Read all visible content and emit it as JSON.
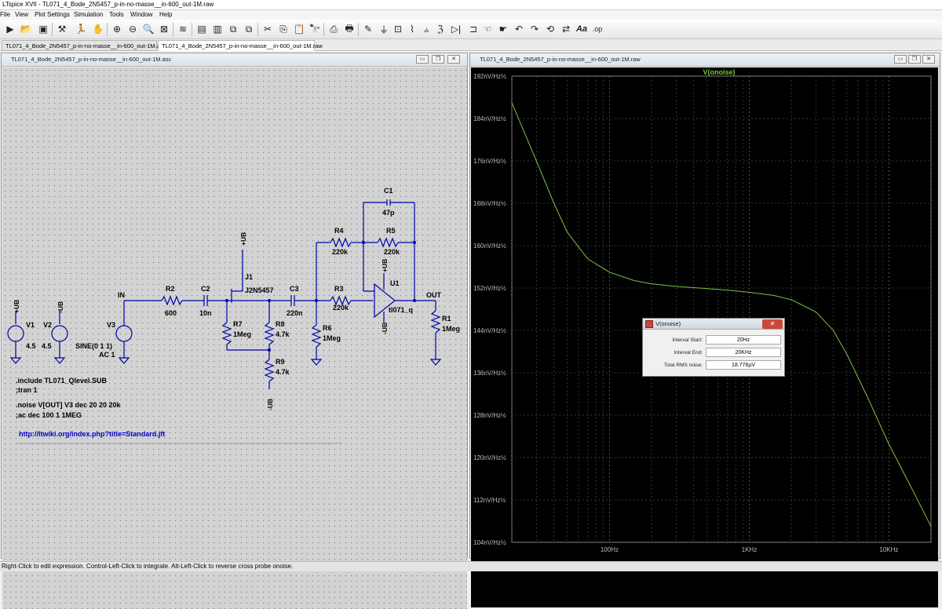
{
  "window": {
    "title": "LTspice XVII - TL071_4_Bode_2N5457_p-in-no-masse__in-600_out-1M.raw"
  },
  "menu": [
    "File",
    "View",
    "Plot Settings",
    "Simulation",
    "Tools",
    "Window",
    "Help"
  ],
  "toolbar": {
    "icons": [
      "run-icon",
      "open-icon",
      "save-icon",
      "control-panel-icon",
      "halt-icon",
      "pan-icon",
      "zoom-in-icon",
      "zoom-out-icon",
      "zoom-area-icon",
      "zoom-fit-icon",
      "autorange-icon",
      "tile-horizontal-icon",
      "tile-vertical-icon",
      "cascade-icon",
      "cut-icon",
      "copy-icon",
      "paste-icon",
      "find-icon",
      "print-icon",
      "print-preview-icon",
      "draw-wire-icon",
      "ground-icon",
      "label-net-icon",
      "resistor-icon",
      "capacitor-icon",
      "inductor-icon",
      "diode-icon",
      "component-icon",
      "move-icon",
      "drag-icon",
      "undo-icon",
      "redo-icon",
      "rotate-icon",
      "mirror-icon",
      "text-icon",
      "spice-directive-icon"
    ],
    "text_label": "Aa",
    "op_label": ".op"
  },
  "tabs": [
    {
      "label": "TL071_4_Bode_2N5457_p-in-no-masse__in-600_out-1M.asc"
    },
    {
      "label": "TL071_4_Bode_2N5457_p-in-no-masse__in-600_out-1M.raw"
    }
  ],
  "schematic": {
    "window_title": "TL071_4_Bode_2N5457_p-in-no-masse__in-600_out-1M.asc",
    "components": {
      "v1": {
        "name": "V1",
        "value": "4.5",
        "supply": "+UB"
      },
      "v2": {
        "name": "V2",
        "value": "4.5",
        "supply": "-UB"
      },
      "v3": {
        "name": "V3",
        "value1": "SINE(0 1 1)",
        "value2": "AC 1"
      },
      "r2": {
        "name": "R2",
        "value": "600"
      },
      "c2": {
        "name": "C2",
        "value": "10n"
      },
      "j1": {
        "name": "J1",
        "value": "J2N5457"
      },
      "r7": {
        "name": "R7",
        "value": "1Meg"
      },
      "r8": {
        "name": "R8",
        "value": "4.7k"
      },
      "r9": {
        "name": "R9",
        "value": "4.7k"
      },
      "c3": {
        "name": "C3",
        "value": "220n"
      },
      "r6": {
        "name": "R6",
        "value": "1Meg"
      },
      "r4": {
        "name": "R4",
        "value": "220k"
      },
      "r5": {
        "name": "R5",
        "value": "220k"
      },
      "c1": {
        "name": "C1",
        "value": "47p"
      },
      "r3": {
        "name": "R3",
        "value": "220k"
      },
      "u1": {
        "name": "U1",
        "value": "tl071_q"
      },
      "r1": {
        "name": "R1",
        "value": "1Meg"
      }
    },
    "nets": {
      "in": "IN",
      "out": "OUT",
      "pos": "+UB",
      "neg": "-UB"
    },
    "directives": [
      ".include TL071_Qlevel.SUB",
      ";tran 1",
      ".noise V[OUT] V3 dec 20 20 20k",
      ";ac dec 100 1 1MEG"
    ],
    "link": "http://ltwiki.org/index.php?title=Standard.jft"
  },
  "waveform": {
    "window_title": "TL071_4_Bode_2N5457_p-in-no-masse__in-600_out-1M.raw",
    "trace_name": "V(onoise)",
    "trace_color": "#7cc242",
    "y_ticks": [
      "192nV/Hz½",
      "184nV/Hz½",
      "176nV/Hz½",
      "168nV/Hz½",
      "160nV/Hz½",
      "152nV/Hz½",
      "144nV/Hz½",
      "136nV/Hz½",
      "128nV/Hz½",
      "120nV/Hz½",
      "112nV/Hz½",
      "104nV/Hz½"
    ],
    "x_ticks": [
      "100Hz",
      "1KHz",
      "10KHz"
    ]
  },
  "chart_data": {
    "type": "line",
    "x_scale": "log",
    "xlim": [
      20,
      20000
    ],
    "ylim": [
      104,
      192
    ],
    "ylabel_unit": "nV/Hz½",
    "grid": true,
    "series": [
      {
        "name": "V(onoise)",
        "x": [
          20,
          30,
          40,
          50,
          70,
          100,
          150,
          200,
          300,
          500,
          700,
          1000,
          1500,
          2000,
          3000,
          4000,
          5000,
          7000,
          10000,
          15000,
          20000
        ],
        "y": [
          187,
          176,
          168,
          162.5,
          157.5,
          155,
          153.4,
          152.8,
          152.3,
          151.9,
          151.6,
          151.2,
          150.6,
          149.8,
          147.5,
          144,
          139.5,
          131.5,
          122.5,
          113.5,
          107
        ]
      }
    ]
  },
  "dialog": {
    "title": "V(onoise)",
    "rows": [
      {
        "label": "Interval Start:",
        "value": "20Hz"
      },
      {
        "label": "Interval End:",
        "value": "20KHz"
      },
      {
        "label": "Total RMS noise:",
        "value": "18.776µV"
      }
    ],
    "close": "✕"
  },
  "status": "Right-Click to edit expression. Control-Left-Click to integrate. Alt-Left-Click to reverse cross probe onoise.",
  "mdi_buttons": {
    "min": "▭",
    "restore": "❐",
    "close": "✕"
  }
}
